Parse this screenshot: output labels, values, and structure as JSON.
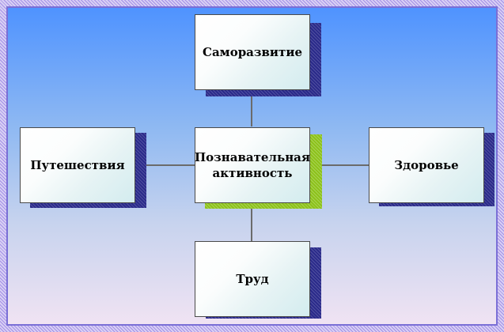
{
  "diagram": {
    "center": {
      "label": "Познавательная активность"
    },
    "top": {
      "label": "Саморазвитие"
    },
    "left": {
      "label": "Путешествия"
    },
    "right": {
      "label": "Здоровье"
    },
    "bottom": {
      "label": "Труд"
    }
  },
  "colors": {
    "shadow_default": "#2a2a8a",
    "shadow_center": "#8cc21a",
    "connector": "#6b6b6b",
    "frame_pattern": "#7a6fd6"
  }
}
